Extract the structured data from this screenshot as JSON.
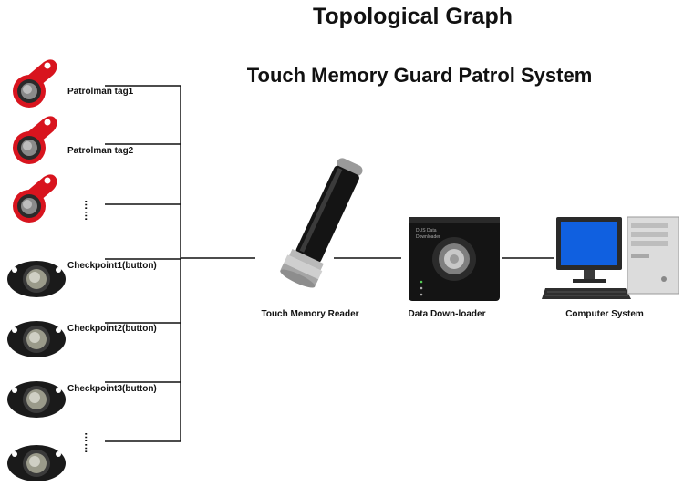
{
  "title": "Topological Graph",
  "subtitle": "Touch Memory Guard Patrol System",
  "tags": [
    {
      "label": "Patrolman tag1"
    },
    {
      "label": "Patrolman tag2"
    },
    {
      "label": ""
    }
  ],
  "checkpoints": [
    {
      "label": "Checkpoint1(button)"
    },
    {
      "label": "Checkpoint2(button)"
    },
    {
      "label": "Checkpoint3(button)"
    },
    {
      "label": ""
    }
  ],
  "devices": {
    "reader": "Touch Memory Reader",
    "downloader": "Data Down-loader",
    "computer": "Computer System"
  },
  "colors": {
    "tag_red": "#d8141e",
    "button_black": "#1a1a1a",
    "screen_blue": "#1060e0"
  },
  "icons": [
    "red-key-fob-icon",
    "touch-button-icon",
    "reader-wand-icon",
    "downloader-box-icon",
    "computer-icon"
  ]
}
